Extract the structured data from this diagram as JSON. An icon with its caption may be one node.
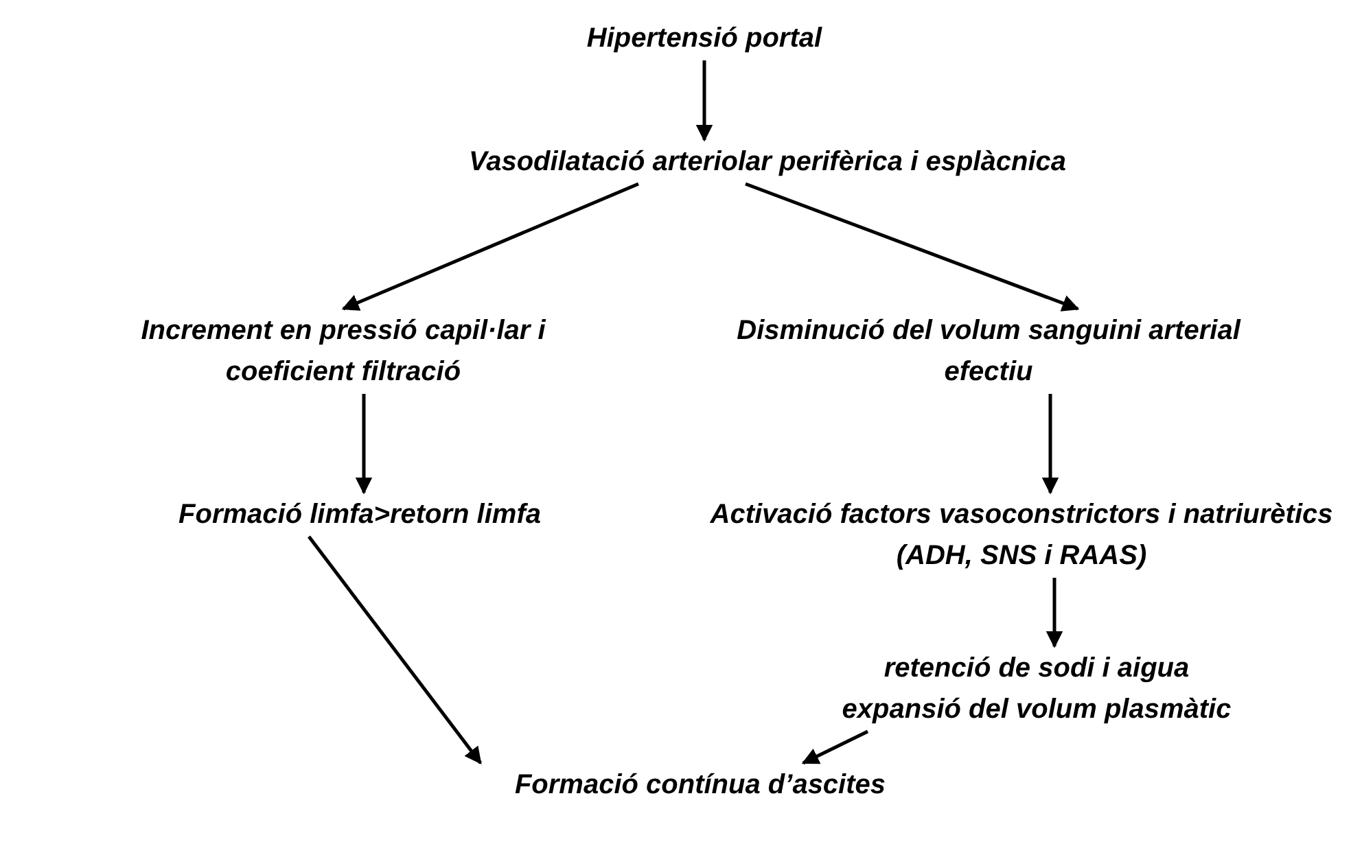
{
  "diagram": {
    "nodes": [
      {
        "text": [
          "Hipertensió portal"
        ]
      },
      {
        "text": [
          "Vasodilatació arteriolar perifèrica i esplàcnica"
        ]
      },
      {
        "text": [
          "Increment en pressió capil·lar i coeficient filtració"
        ]
      },
      {
        "text": [
          "Disminució del volum sanguini arterial efectiu"
        ]
      },
      {
        "text": [
          "Formació limfa>retorn limfa"
        ]
      },
      {
        "text": [
          "Activació factors vasoconstrictors i natriurètics (ADH, SNS i RAAS)"
        ]
      },
      {
        "text": [
          "retenció de sodi i aigua",
          "expansió del volum plasmàtic"
        ]
      },
      {
        "text": [
          "Formació contínua d’ascites"
        ]
      }
    ],
    "edges": [
      {
        "from": 0,
        "to": 1,
        "arrow": "to"
      },
      {
        "from": 1,
        "to": 2,
        "arrow": "to"
      },
      {
        "from": 1,
        "to": 3,
        "arrow": "to"
      },
      {
        "from": 2,
        "to": 4,
        "arrow": "to"
      },
      {
        "from": 3,
        "to": 5,
        "arrow": "to"
      },
      {
        "from": 5,
        "to": 6,
        "arrow": "to"
      },
      {
        "from": 4,
        "to": 7,
        "arrow": "to"
      },
      {
        "from": 6,
        "to": 7,
        "arrow": "to"
      }
    ]
  }
}
